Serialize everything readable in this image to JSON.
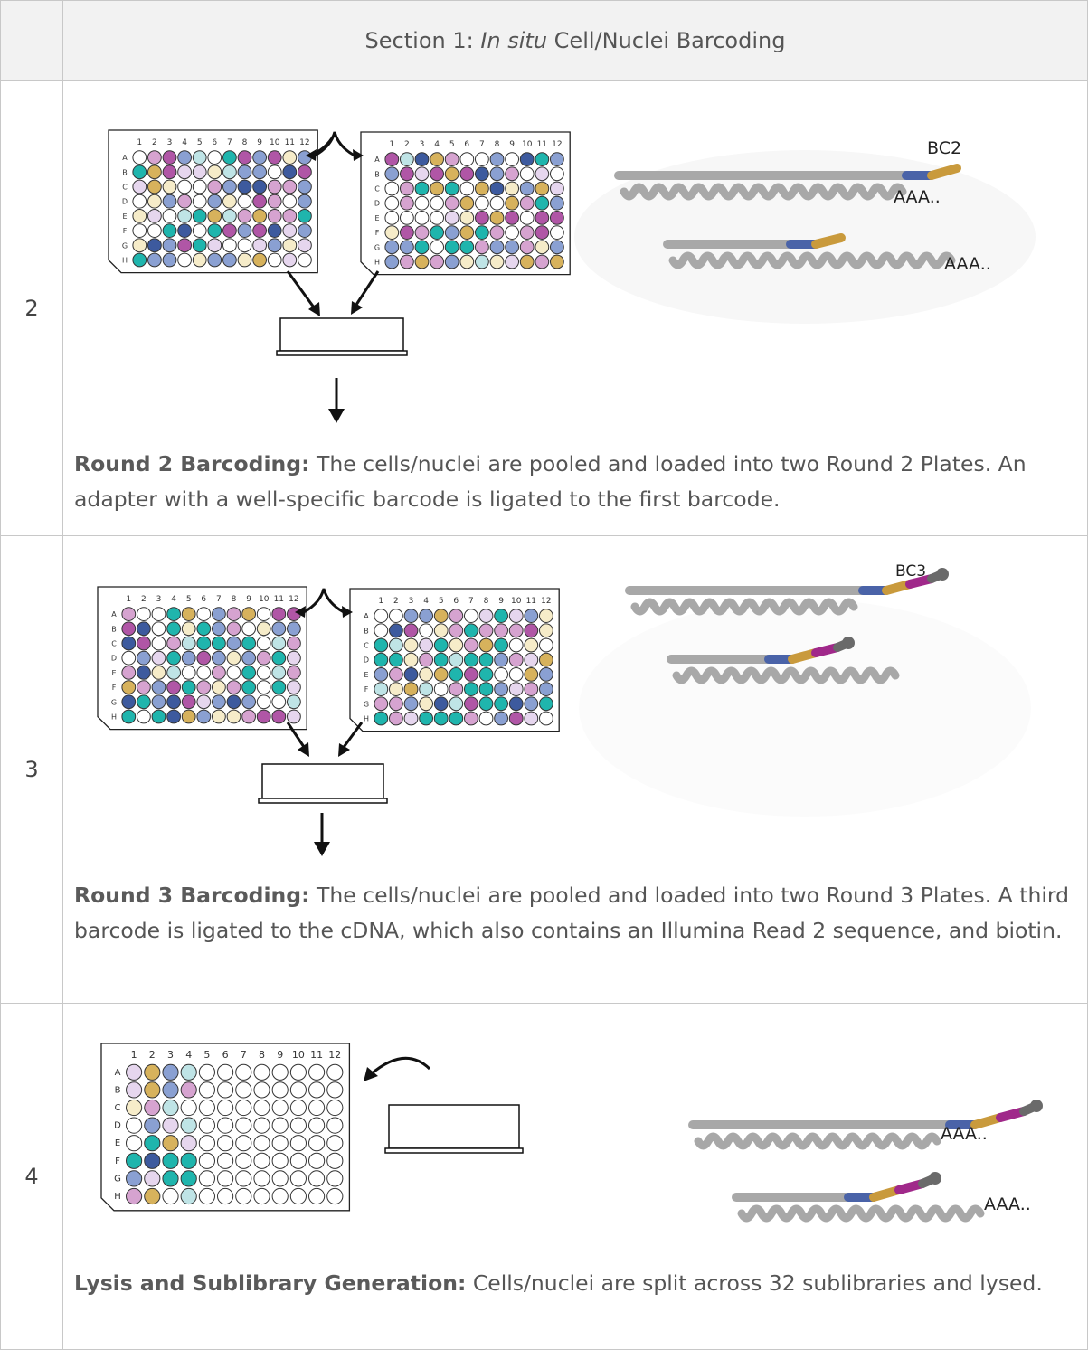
{
  "header": {
    "title_prefix": "Section 1: ",
    "title_italic": "In situ",
    "title_suffix": " Cell/Nuclei Barcoding"
  },
  "plate": {
    "columns": [
      "1",
      "2",
      "3",
      "4",
      "5",
      "6",
      "7",
      "8",
      "9",
      "10",
      "11",
      "12"
    ],
    "rows": [
      "A",
      "B",
      "C",
      "D",
      "E",
      "F",
      "G",
      "H"
    ]
  },
  "colors": {
    "navy": "#3d5a9e",
    "blue": "#8aa0d2",
    "teal": "#1fb5ad",
    "lightteal": "#bfe4e6",
    "purple": "#b056a6",
    "pink": "#d6a3d0",
    "lavender": "#e6d6ee",
    "gold": "#d7b25c",
    "cream": "#f6ecc9",
    "mint": "#79cbb7",
    "white": "#ffffff",
    "strand_gray": "#a8a8a8",
    "bc_blue": "#4a63a8",
    "bc_gold": "#c99a3c",
    "bc_magenta": "#a0288a",
    "bc_dark": "#6a6a6a"
  },
  "steps": [
    {
      "number": "2",
      "bold": "Round 2 Barcoding:",
      "text": " The cells/nuclei are pooled and loaded into two Round 2 Plates. An adapter with a well-specific barcode is ligated to the first barcode.",
      "labels": {
        "barcode": "BC2",
        "polya_1": "AAA..",
        "polya_2": "AAA.."
      }
    },
    {
      "number": "3",
      "bold": "Round 3 Barcoding:",
      "text": " The cells/nuclei are pooled and loaded into two Round 3 Plates. A third barcode is ligated to the cDNA, which also contains an Illumina Read 2 sequence, and biotin.",
      "labels": {
        "barcode": "BC3"
      }
    },
    {
      "number": "4",
      "bold": "Lysis and Sublibrary Generation:",
      "text": " Cells/nuclei are split across 32 sublibraries and lysed.",
      "labels": {
        "polya_1": "AAA..",
        "polya_2": "AAA.."
      }
    }
  ]
}
